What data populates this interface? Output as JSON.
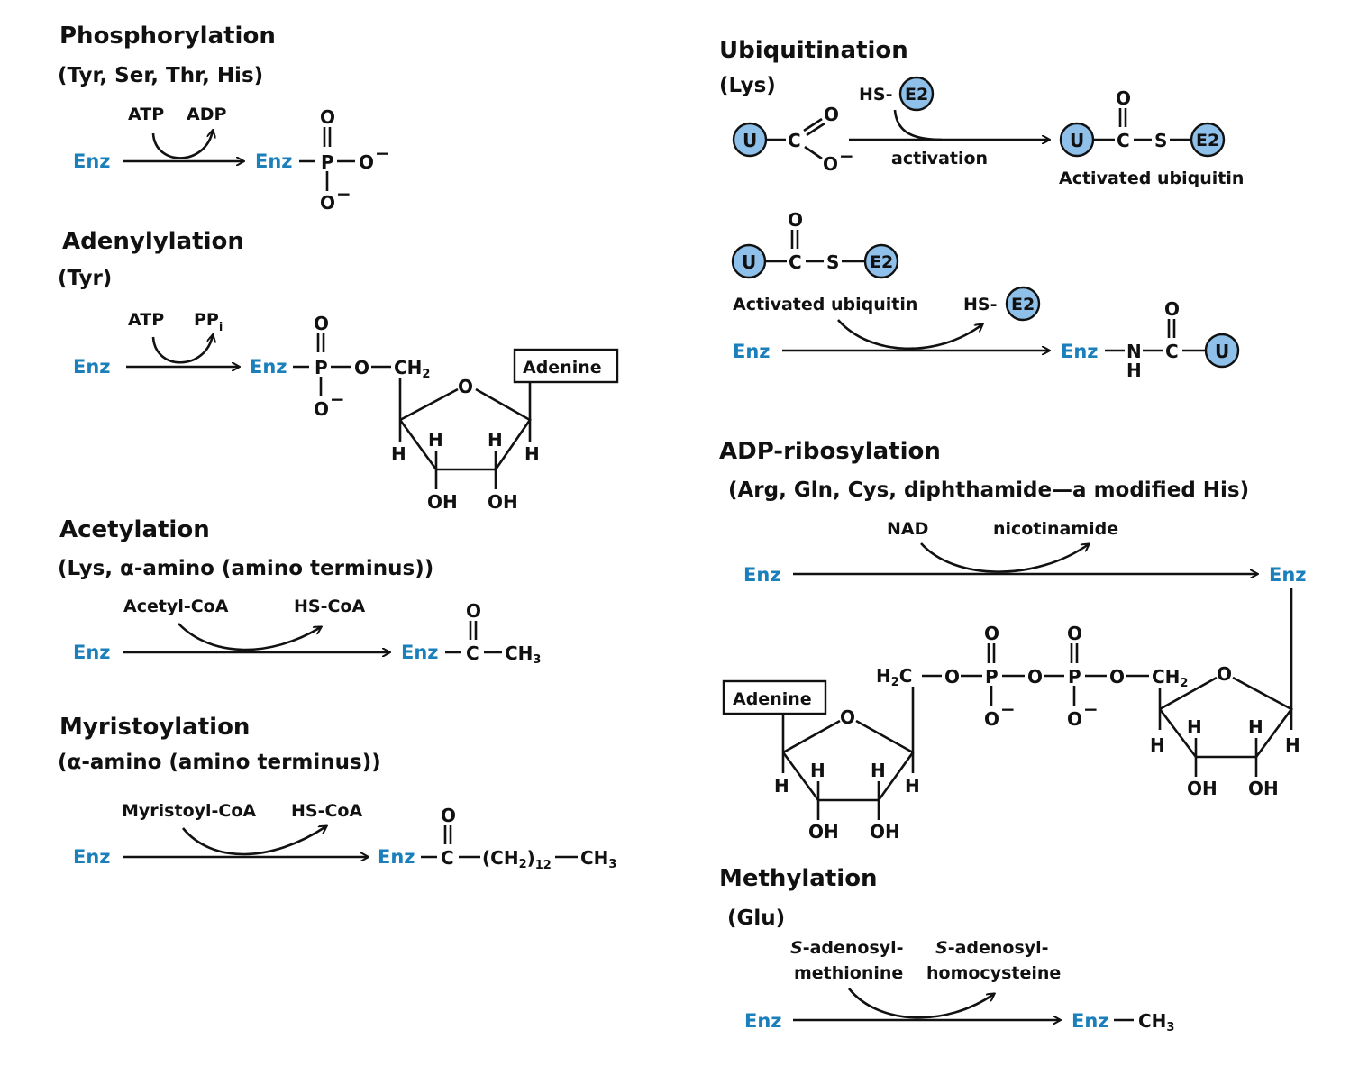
{
  "colors": {
    "enzyme_text": "#1a7fba",
    "protein_circle": "#8fc0ea",
    "ink": "#111111"
  },
  "enzyme_label": "Enz",
  "sections": {
    "phosphorylation": {
      "title": "Phosphorylation",
      "residues": "(Tyr, Ser, Thr, His)",
      "reactant_in": "ATP",
      "reactant_out": "ADP",
      "product_atoms": {
        "p": "P",
        "o_top": "O",
        "o_right": "O",
        "o_bottom": "O",
        "charge": "−"
      }
    },
    "adenylylation": {
      "title": "Adenylylation",
      "residues": "(Tyr)",
      "reactant_in": "ATP",
      "reactant_out": "PP",
      "reactant_out_sub": "i",
      "product_atoms": {
        "p": "P",
        "o_top": "O",
        "o_link": "O",
        "ch2": "CH",
        "ch2_sub": "2",
        "o_bottom": "O",
        "charge": "−",
        "ring_o": "O",
        "h": "H",
        "oh": "OH"
      },
      "base": "Adenine"
    },
    "acetylation": {
      "title": "Acetylation",
      "residues": "(Lys, α-amino (amino terminus))",
      "reactant_in": "Acetyl-CoA",
      "reactant_out": "HS-CoA",
      "product_atoms": {
        "c": "C",
        "o": "O",
        "ch3": "CH",
        "ch3_sub": "3"
      }
    },
    "myristoylation": {
      "title": "Myristoylation",
      "residues": "(α-amino (amino terminus))",
      "reactant_in": "Myristoyl-CoA",
      "reactant_out": "HS-CoA",
      "product_atoms": {
        "c": "C",
        "o": "O",
        "chain": "(CH",
        "chain_sub": "2",
        "chain_close": ")",
        "chain_n": "12",
        "ch3": "CH",
        "ch3_sub": "3"
      }
    },
    "ubiquitination": {
      "title": "Ubiquitination",
      "residues": "(Lys)",
      "ubiquitin": "U",
      "e2": "E2",
      "hs": "HS-",
      "step1_label": "activation",
      "activated_label": "Activated ubiquitin",
      "atoms": {
        "c": "C",
        "o": "O",
        "s": "S",
        "n": "N",
        "h": "H",
        "charge": "−"
      }
    },
    "adp_ribosylation": {
      "title": "ADP-ribosylation",
      "residues": "(Arg, Gln, Cys, diphthamide—a modified His)",
      "reactant_in": "NAD",
      "reactant_out": "nicotinamide",
      "base": "Adenine",
      "atoms": {
        "h2c": "H",
        "h2c_sub": "2",
        "h2c_c": "C",
        "o": "O",
        "p": "P",
        "ch2": "CH",
        "ch2_sub": "2",
        "charge": "−",
        "h": "H",
        "oh": "OH"
      }
    },
    "methylation": {
      "title": "Methylation",
      "residues": "(Glu)",
      "reactant_in_italic": "S",
      "reactant_in_1": "-adenosyl-",
      "reactant_in_2": "methionine",
      "reactant_out_italic": "S",
      "reactant_out_1": "-adenosyl-",
      "reactant_out_2": "homocysteine",
      "product_atoms": {
        "ch3": "CH",
        "ch3_sub": "3"
      }
    }
  }
}
